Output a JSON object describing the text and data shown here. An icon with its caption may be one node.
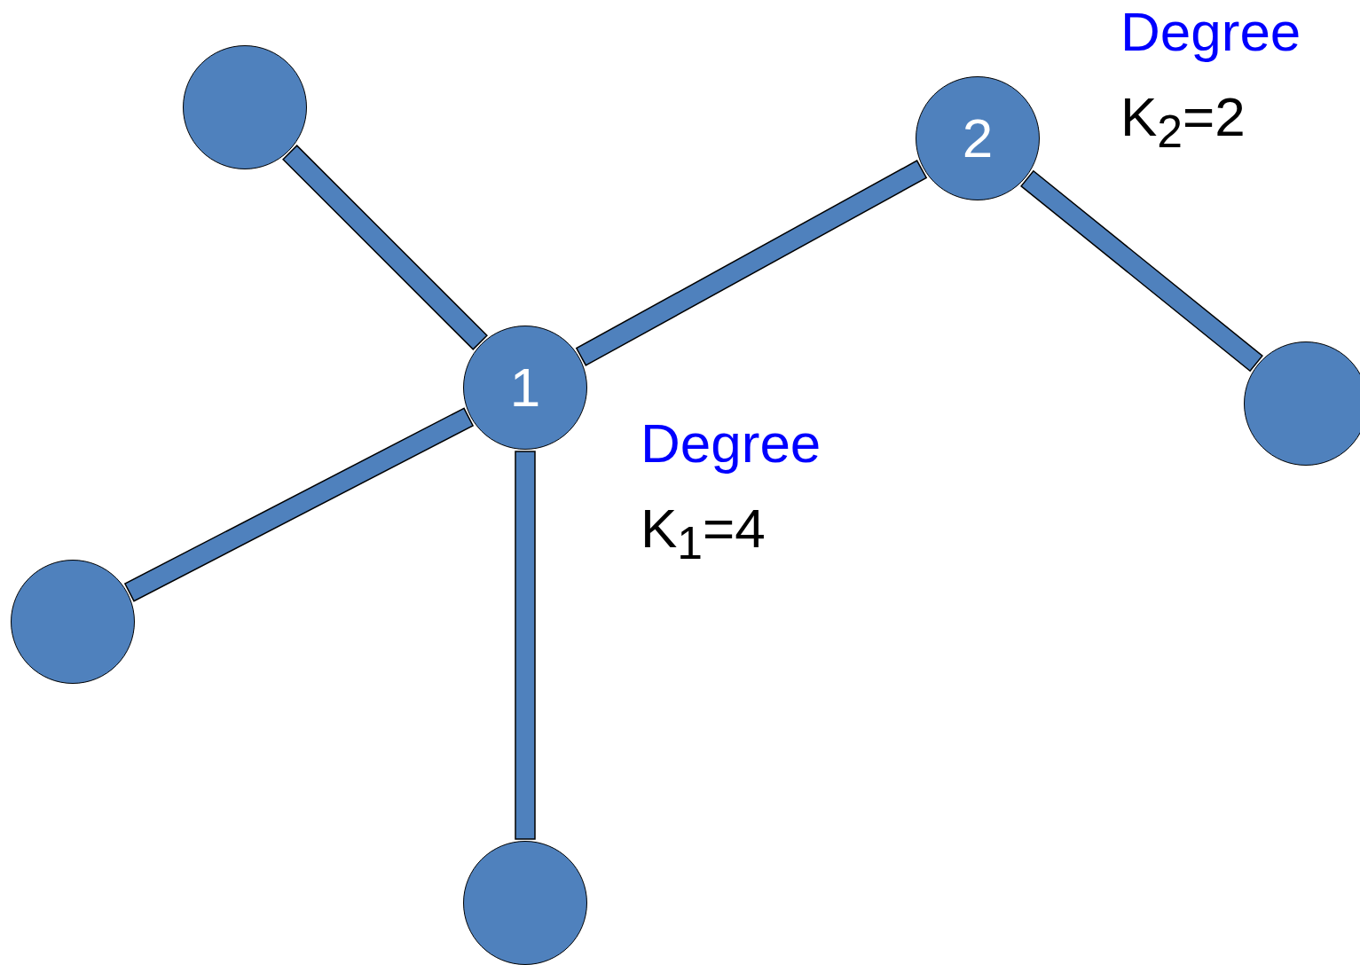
{
  "diagram": {
    "nodes": [
      {
        "text": [],
        "shape": "circle"
      },
      {
        "text": [
          "2"
        ],
        "beside": [
          "Degree",
          "K$_{2}$=2"
        ]
      },
      {
        "text": [
          "1"
        ],
        "beside": [
          "Degree",
          "K$_{1}$=4"
        ]
      },
      {
        "text": [],
        "shape": "circle"
      },
      {
        "text": [],
        "shape": "circle"
      },
      {
        "text": [],
        "shape": "circle"
      }
    ],
    "edges": [
      {
        "from": 0,
        "to": 2,
        "arrow": "none"
      },
      {
        "from": 2,
        "to": 1,
        "arrow": "none"
      },
      {
        "from": 1,
        "to": 3,
        "arrow": "none"
      },
      {
        "from": 2,
        "to": 4,
        "arrow": "none"
      },
      {
        "from": 2,
        "to": 5,
        "arrow": "none"
      }
    ]
  }
}
